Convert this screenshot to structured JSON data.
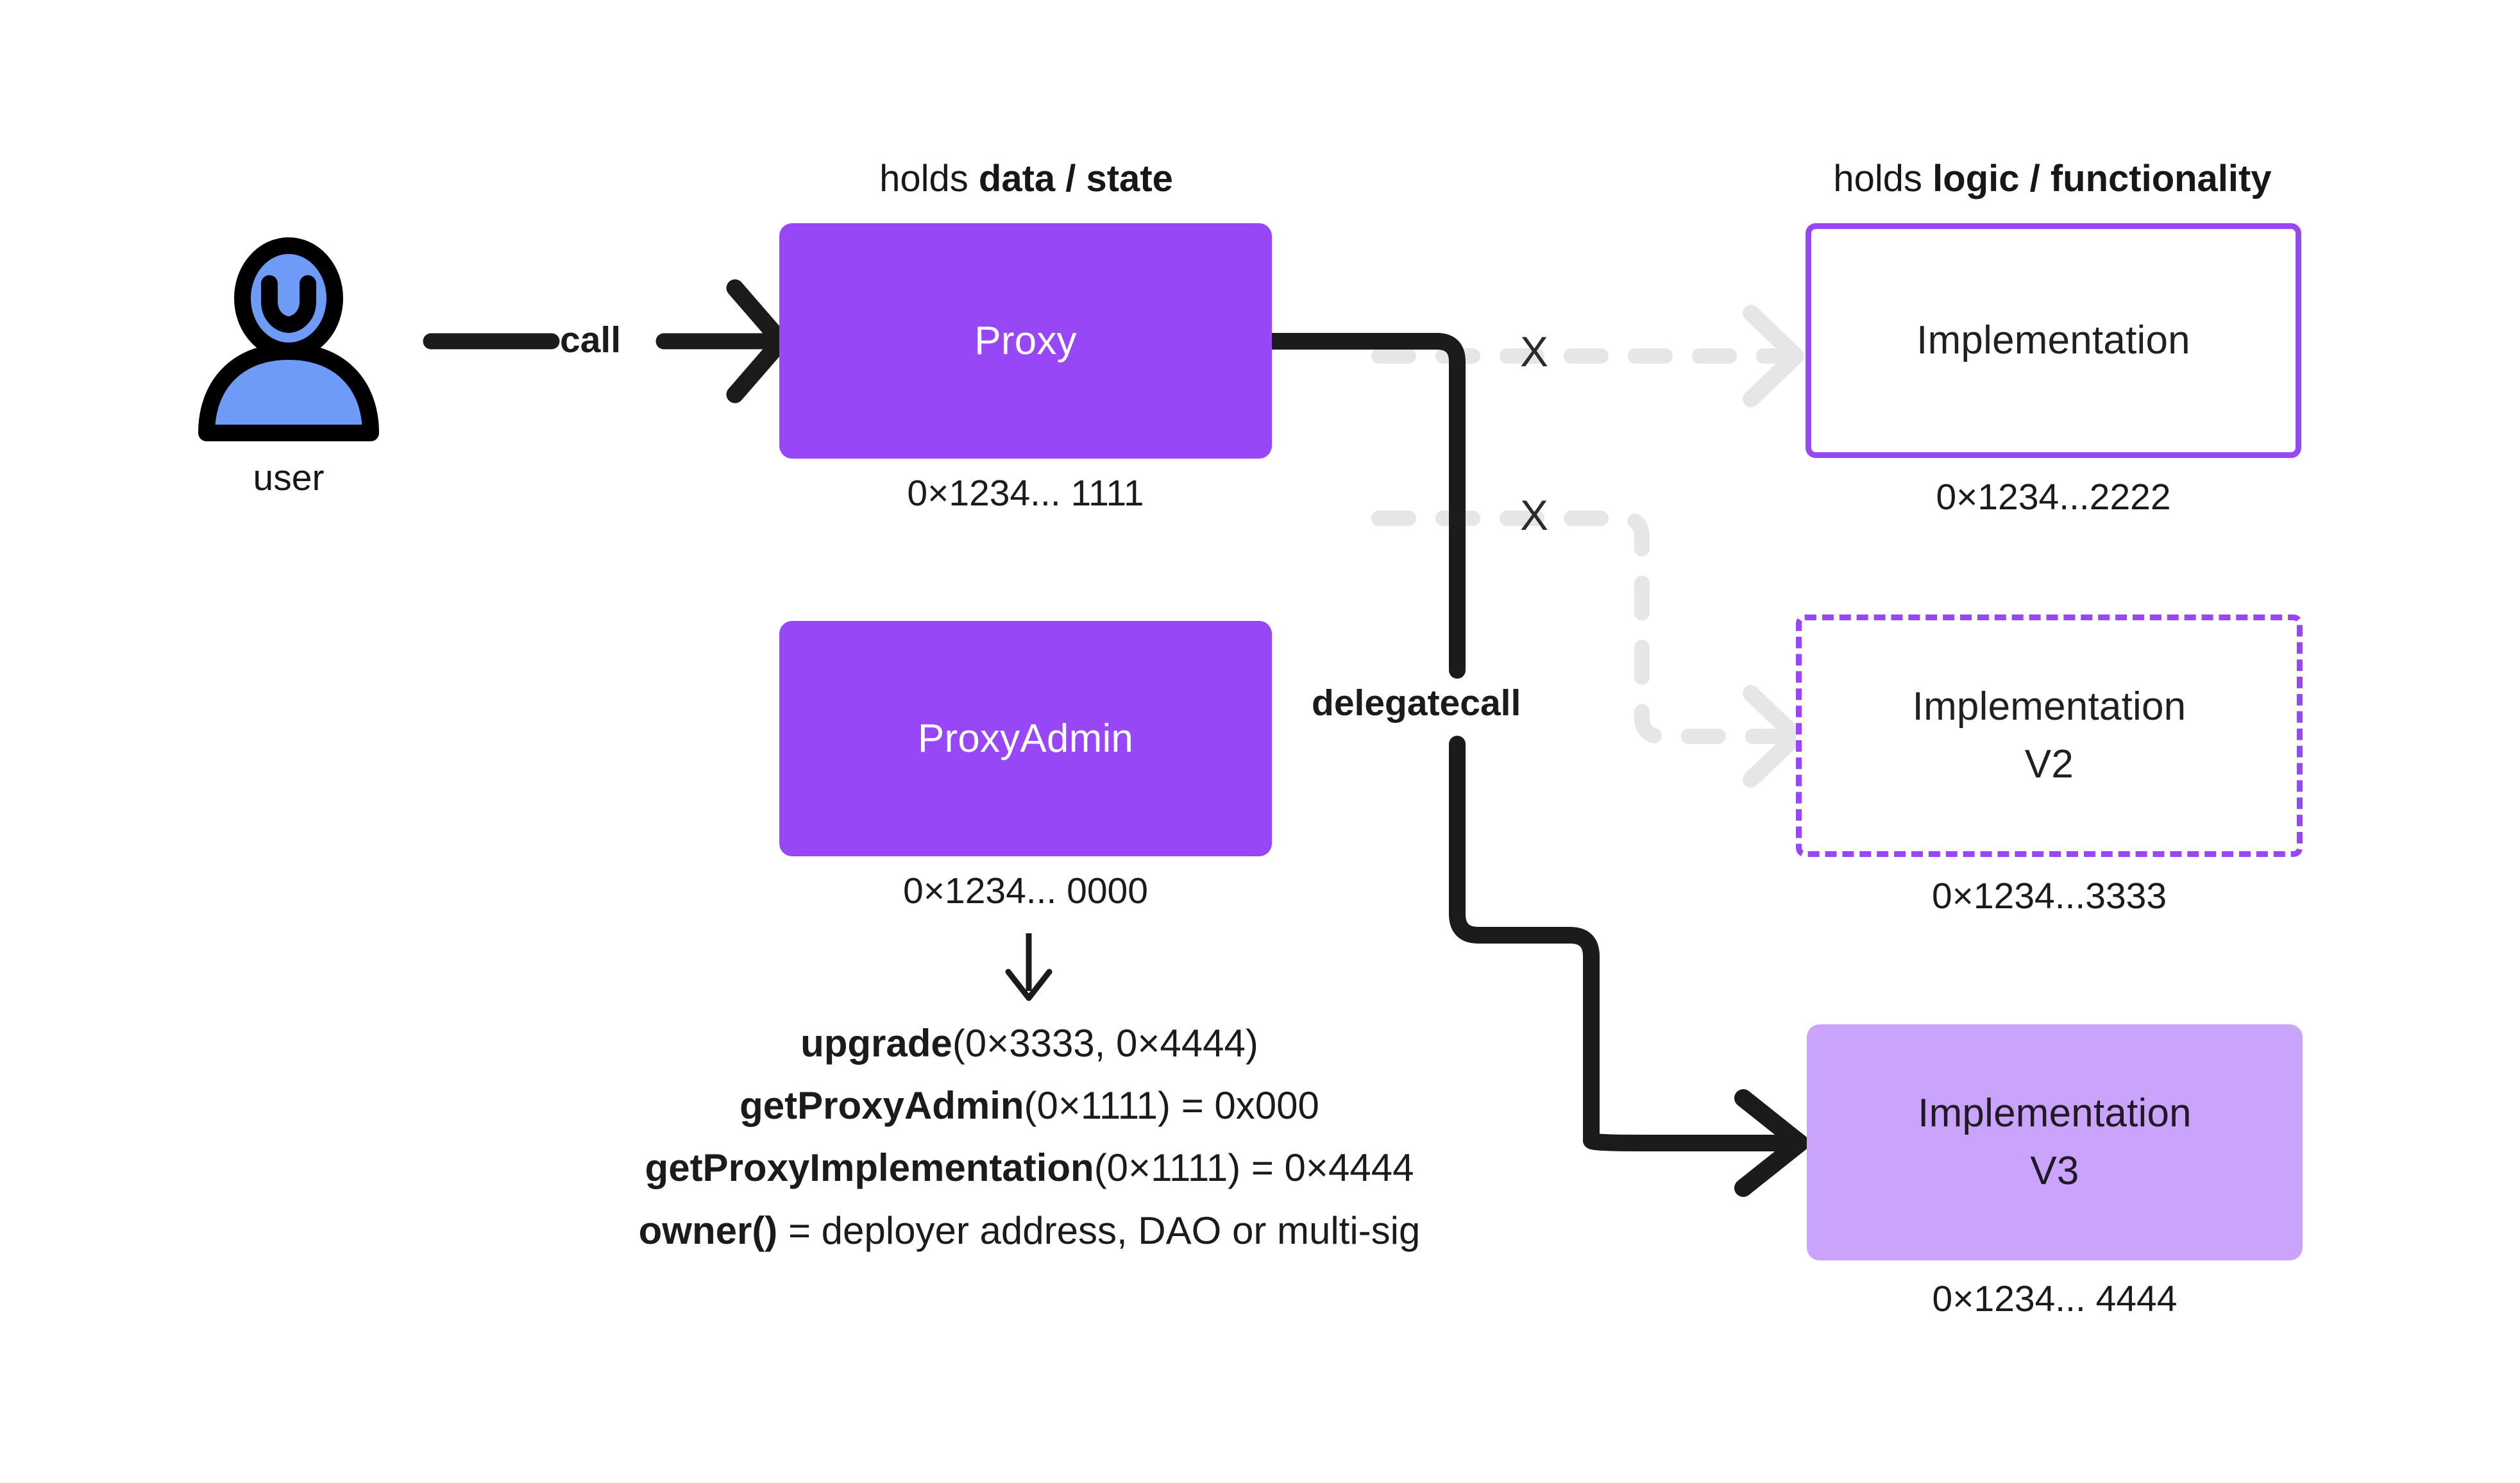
{
  "diagram": {
    "title_left": {
      "prefix": "holds ",
      "strong": "data / state"
    },
    "title_right": {
      "prefix": "holds ",
      "strong": "logic / functionality"
    },
    "actor": {
      "label": "user",
      "icon": "user-avatar-icon",
      "body_color": "#6d9bf7",
      "outline_color": "#000000"
    },
    "nodes": {
      "proxy": {
        "label": "Proxy",
        "address": "0×1234... 1111",
        "fill": "#9747f5",
        "text_color": "#ffffff"
      },
      "proxy_admin": {
        "label": "ProxyAdmin",
        "address": "0×1234... 0000",
        "fill": "#9747f5",
        "text_color": "#ffffff"
      },
      "implementation": {
        "label": "Implementation",
        "address": "0×1234...2222",
        "border": "#9747f5",
        "style": "solid"
      },
      "implementation_v2": {
        "label": "Implementation\nV2",
        "address": "0×1234...3333",
        "border": "#9747f5",
        "style": "dashed"
      },
      "implementation_v3": {
        "label": "Implementation\nV3",
        "address": "0×1234... 4444",
        "fill": "#c9a3fc",
        "style": "filled-tint"
      }
    },
    "edges": {
      "call": {
        "label": "call",
        "from": "user",
        "to": "proxy",
        "color": "#1b1b1b",
        "style": "solid"
      },
      "delegatecall": {
        "label": "delegatecall",
        "from": "proxy",
        "to": "implementation_v3",
        "color": "#1b1b1b",
        "style": "solid"
      },
      "inactive_v1": {
        "label": "X",
        "from": "proxy",
        "to": "implementation",
        "color": "#e6e6e6",
        "style": "dashed"
      },
      "inactive_v2": {
        "label": "X",
        "from": "proxy",
        "to": "implementation_v2",
        "color": "#e6e6e6",
        "style": "dashed"
      },
      "admin_to_functions": {
        "from": "proxy_admin",
        "to": "function-list",
        "color": "#1b1b1b",
        "style": "solid"
      }
    },
    "function_list": [
      {
        "name": "upgrade",
        "rest": "(0×3333, 0×4444)"
      },
      {
        "name": "getProxyAdmin",
        "rest": "(0×1111) = 0x000"
      },
      {
        "name": "getProxyImplementation",
        "rest": "(0×1111) = 0×4444"
      },
      {
        "name": "owner()",
        "rest": " = deployer address, DAO or multi-sig"
      }
    ]
  }
}
